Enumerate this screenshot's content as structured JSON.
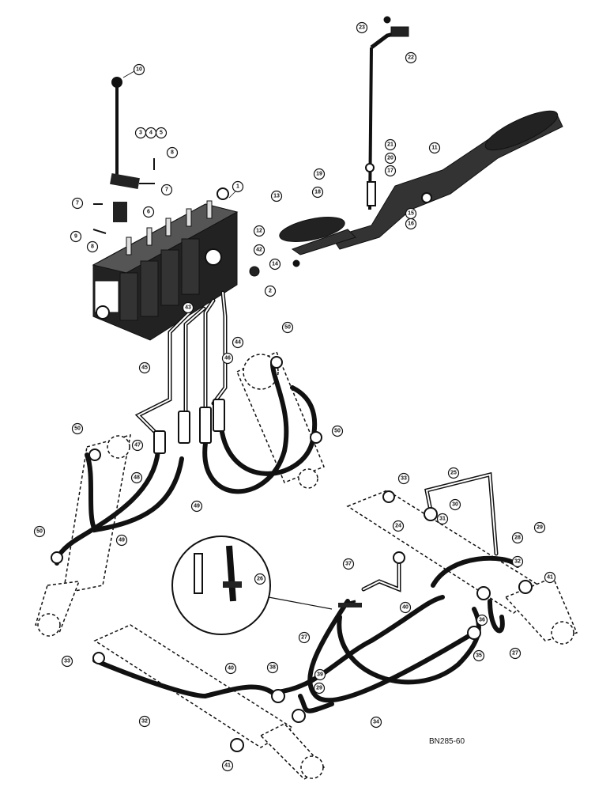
{
  "drawing_code": "BN285-60",
  "callouts": [
    "1",
    "2",
    "3",
    "4",
    "5",
    "6",
    "7",
    "8",
    "9",
    "10",
    "11",
    "12",
    "13",
    "14",
    "15",
    "16",
    "17",
    "18",
    "19",
    "20",
    "21",
    "22",
    "23",
    "24",
    "25",
    "26",
    "27",
    "28",
    "29",
    "30",
    "31",
    "32",
    "33",
    "34",
    "35",
    "36",
    "37",
    "38",
    "39",
    "40",
    "41",
    "42",
    "43",
    "44",
    "45",
    "46",
    "47",
    "48",
    "49",
    "50"
  ]
}
